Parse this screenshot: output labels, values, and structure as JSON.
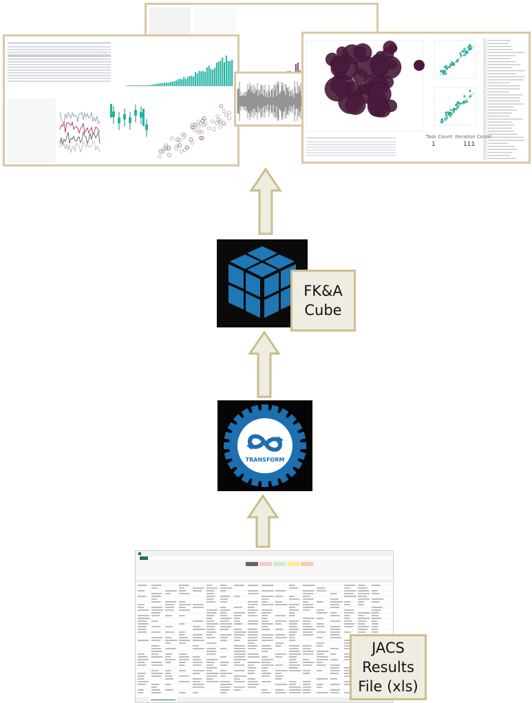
{
  "labels": {
    "cube": "FK&A\nCube",
    "transform": "TRANSFORM",
    "source": "JACS\nResults\nFile (xls)"
  },
  "dashboard_right": {
    "task_count_label": "Task Count",
    "task_count_value": "1",
    "iteration_count_label": "Iteration Count",
    "iteration_count_value": "111"
  },
  "colors": {
    "frame": "#d9c9a3",
    "arrow_fill": "#efece2",
    "arrow_stroke": "#c9bd8c",
    "cube_blue": "#1f77b4",
    "gear_blue": "#1e6fb0",
    "teal": "#22b3a3",
    "plum": "#4a1a3c",
    "excel_green": "#217346"
  },
  "icons": {
    "cube": "cube-icon",
    "transform": "transform-gear-icon",
    "arrow": "up-arrow-icon",
    "spreadsheet": "spreadsheet-icon"
  }
}
